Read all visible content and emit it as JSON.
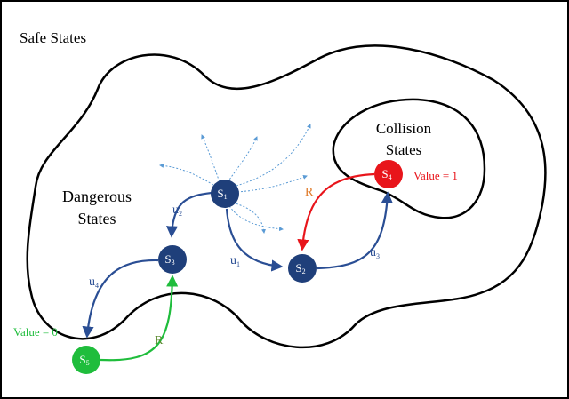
{
  "regions": {
    "safe": {
      "title": "Safe States"
    },
    "dangerous": {
      "title_line1": "Dangerous",
      "title_line2": "States"
    },
    "collision": {
      "title_line1": "Collision",
      "title_line2": "States"
    }
  },
  "nodes": {
    "s1": {
      "main": "S",
      "sub": "1"
    },
    "s2": {
      "main": "S",
      "sub": "2"
    },
    "s3": {
      "main": "S",
      "sub": "3"
    },
    "s4": {
      "main": "S",
      "sub": "4"
    },
    "s5": {
      "main": "S",
      "sub": "5"
    }
  },
  "edge_labels": {
    "u1": {
      "main": "u",
      "sub": "1"
    },
    "u2": {
      "main": "u",
      "sub": "2"
    },
    "u3": {
      "main": "u",
      "sub": "3"
    },
    "u4": {
      "main": "u",
      "sub": "4"
    },
    "r_red": "R",
    "r_green": "R"
  },
  "values": {
    "collision": "Value = 1",
    "safe_leaf": "Value = 0"
  },
  "colors": {
    "blue_node": "#1f3f7a",
    "blue_edge": "#2a4e94",
    "dotted_edge": "#5b9bd5",
    "red": "#e8151b",
    "green": "#1fbd3c",
    "orange_label": "#e07b2a",
    "olive_label": "#5a8a2e"
  }
}
